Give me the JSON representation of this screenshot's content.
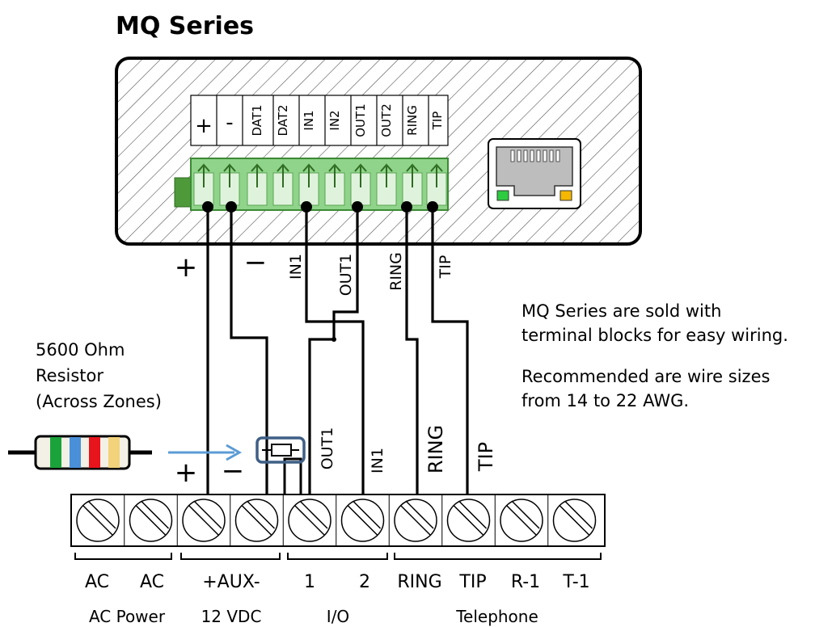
{
  "title": "MQ Series",
  "device": {
    "terminals": [
      "+",
      "-",
      "DAT1",
      "DAT2",
      "IN1",
      "IN2",
      "OUT1",
      "OUT2",
      "RING",
      "TIP"
    ],
    "wire_labels": [
      "+",
      "−",
      "IN1",
      "OUT1",
      "RING",
      "TIP"
    ]
  },
  "notes": {
    "line1": "MQ Series are sold with",
    "line2": "terminal blocks for easy wiring.",
    "line3": "Recommended are wire sizes",
    "line4": "from 14 to 22 AWG."
  },
  "resistor": {
    "line1": "5600 Ohm",
    "line2": "Resistor",
    "line3": "(Across Zones)",
    "band_colors": [
      "#1aa33a",
      "#4a90d9",
      "#e8141c",
      "#f2d27a"
    ]
  },
  "panel": {
    "wire_labels": [
      "+",
      "−",
      "OUT1",
      "IN1",
      "RING",
      "TIP"
    ],
    "terminal_labels": [
      "AC",
      "AC",
      "+AUX-",
      "1",
      "2",
      "RING",
      "TIP",
      "R-1",
      "T-1"
    ],
    "group_labels": [
      "AC Power",
      "12 VDC",
      "I/O",
      "Telephone"
    ]
  },
  "colors": {
    "terminal_green": "#7fd17f",
    "led_green": "#2ecc40",
    "led_yellow": "#f5b700",
    "arrow_blue": "#5b9bd5"
  }
}
